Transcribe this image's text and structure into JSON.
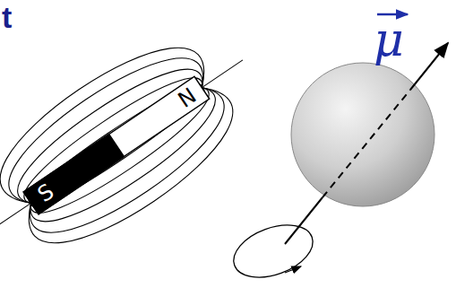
{
  "diagram": {
    "labels": [
      "t",
      "S",
      "N",
      "μ"
    ]
  }
}
